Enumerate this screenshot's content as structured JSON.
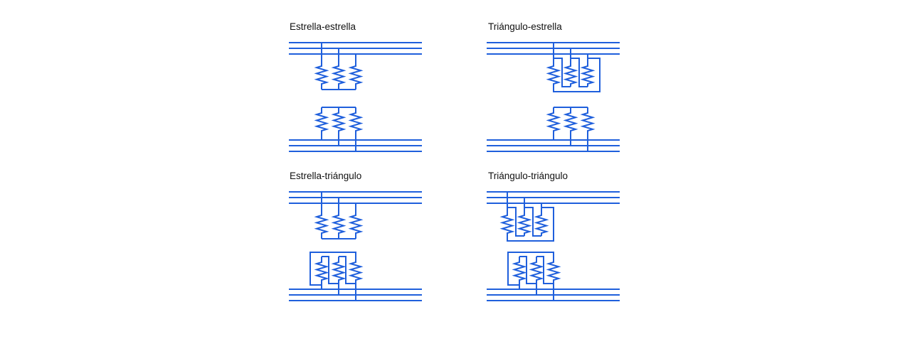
{
  "stroke_color": "#1f5fdc",
  "panels": [
    {
      "title": "Estrella-estrella",
      "primary": "star",
      "secondary": "star"
    },
    {
      "title": "Triángulo-estrella",
      "primary": "delta",
      "secondary": "star"
    },
    {
      "title": "Estrella-triángulo",
      "primary": "star",
      "secondary": "delta"
    },
    {
      "title": "Triángulo-triángulo",
      "primary": "delta",
      "secondary": "delta"
    }
  ]
}
